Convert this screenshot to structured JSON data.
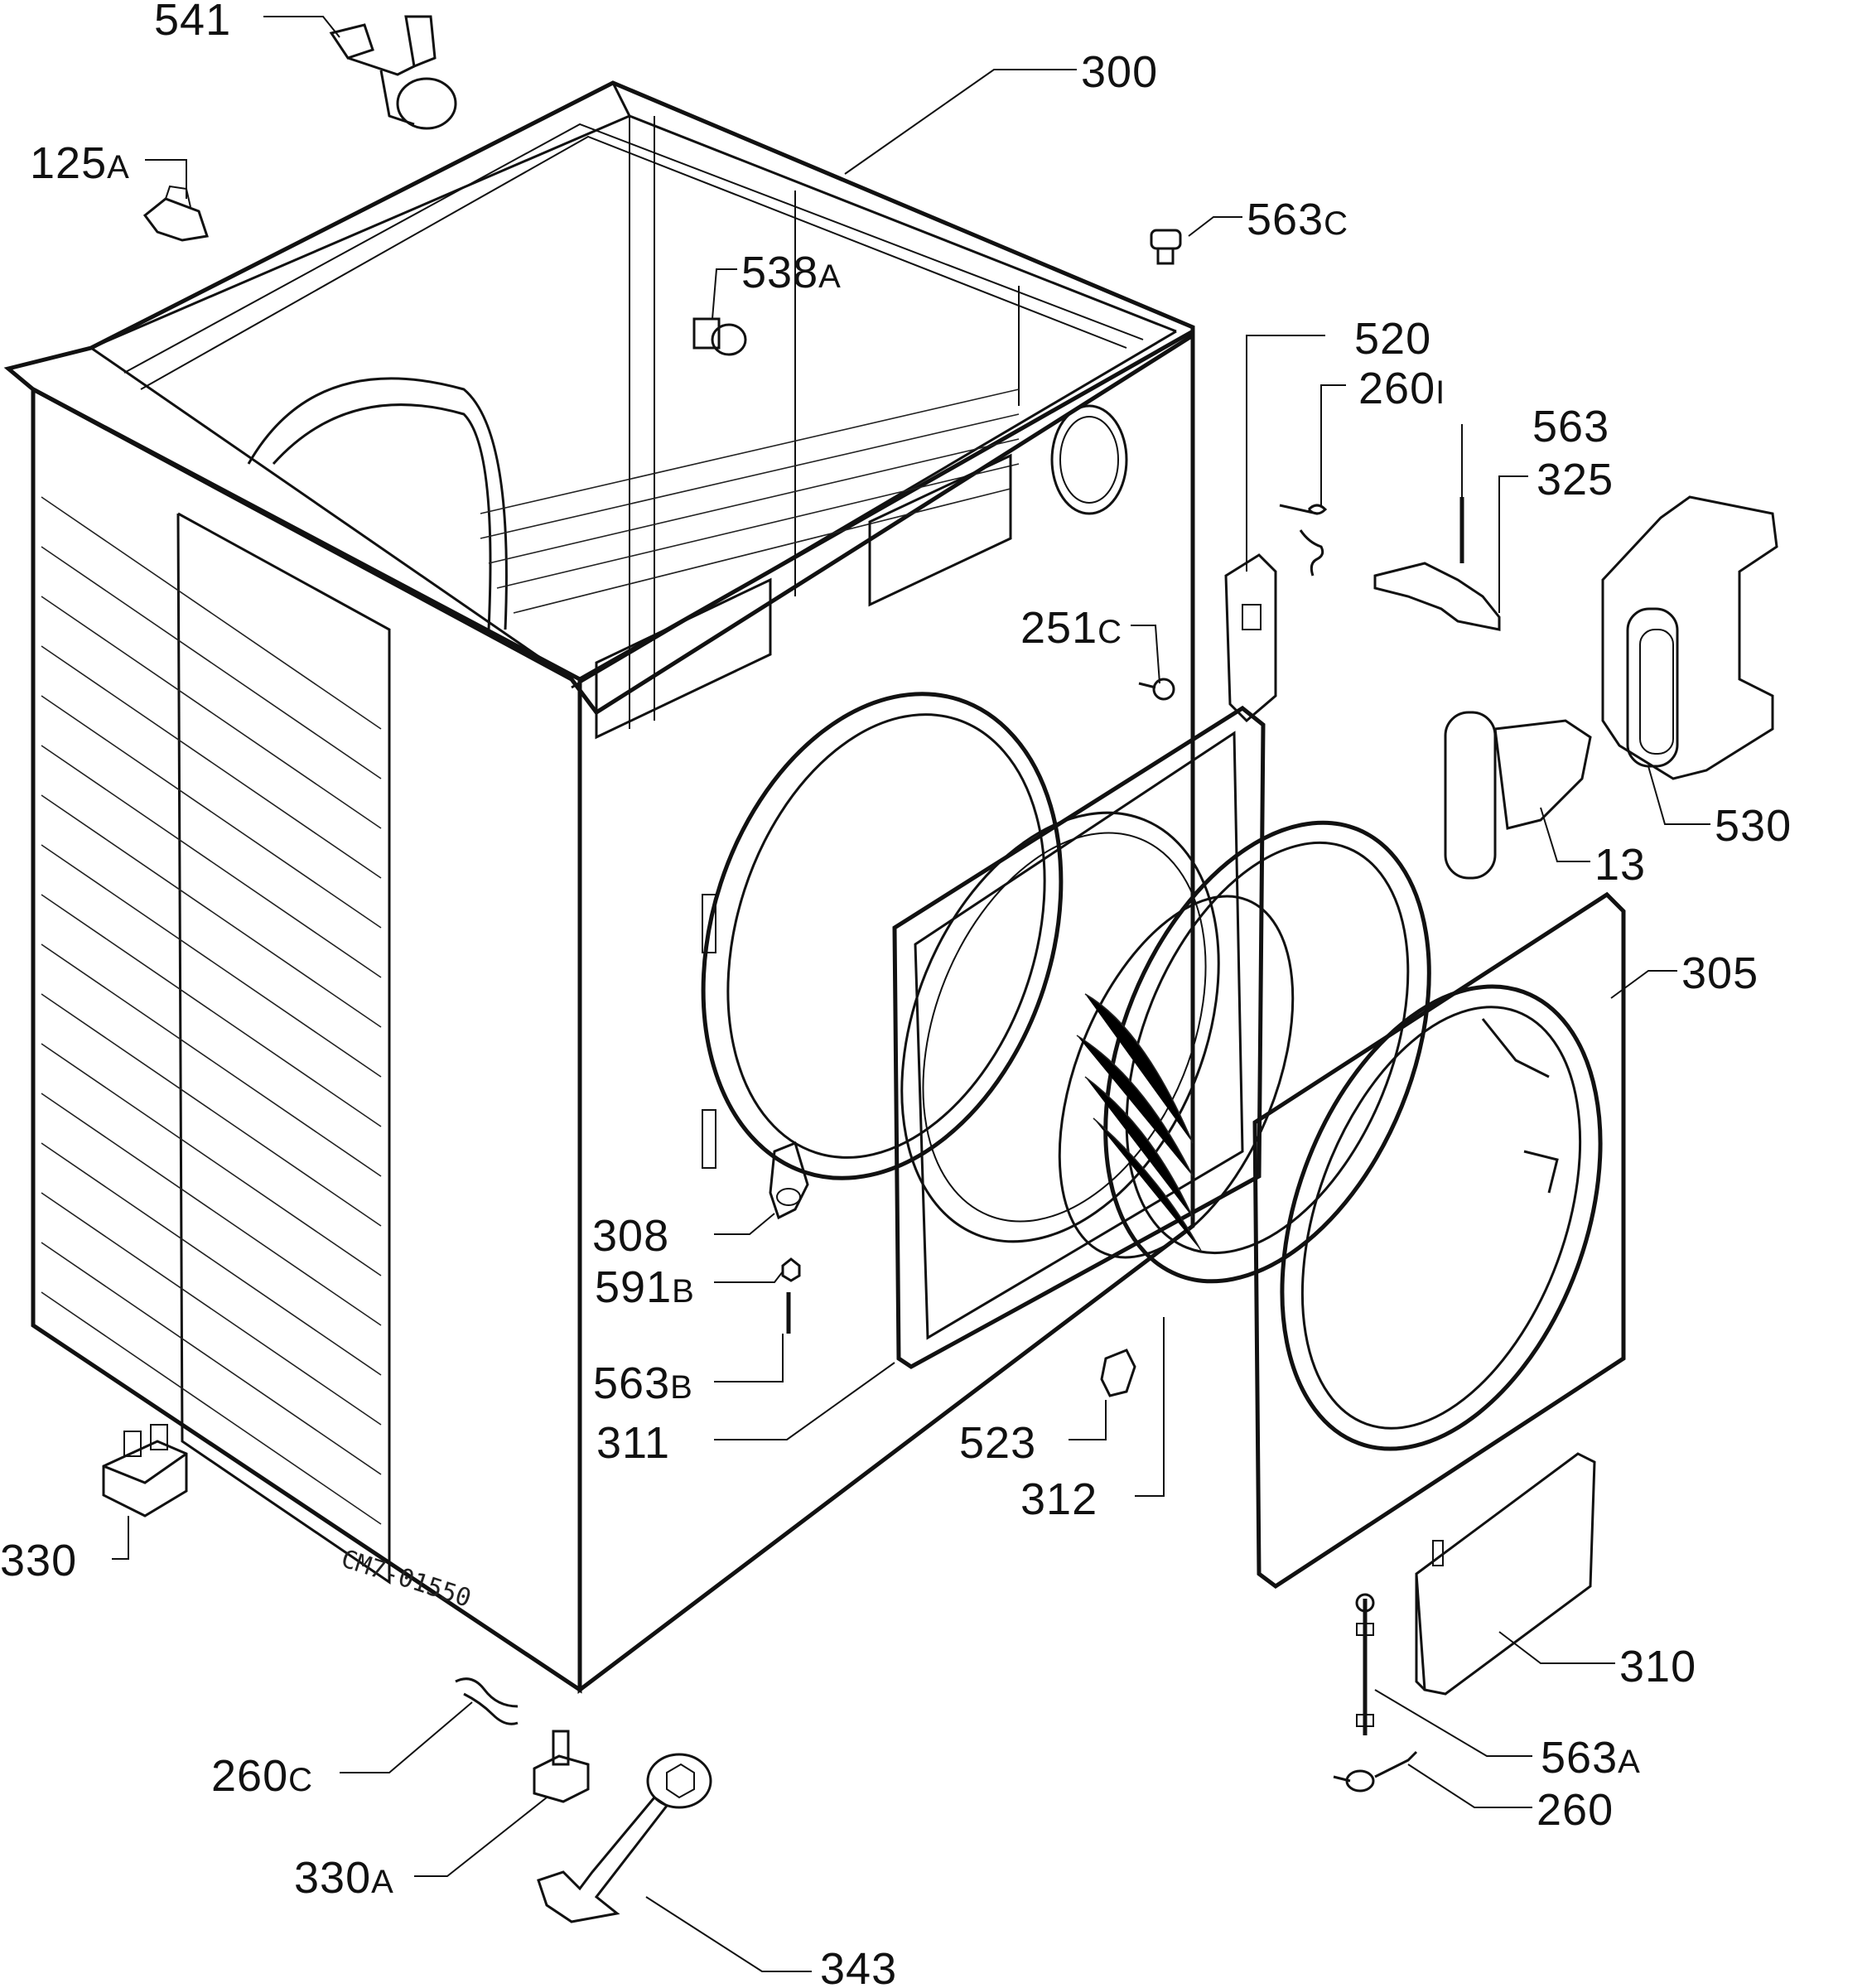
{
  "drawing_code": "CM7-01550",
  "parts": [
    {
      "id": "p541",
      "main": "541",
      "suffix": ""
    },
    {
      "id": "p300",
      "main": "300",
      "suffix": ""
    },
    {
      "id": "p125a",
      "main": "125",
      "suffix": "A"
    },
    {
      "id": "p563c",
      "main": "563",
      "suffix": "C"
    },
    {
      "id": "p538a",
      "main": "538",
      "suffix": "A"
    },
    {
      "id": "p520",
      "main": "520",
      "suffix": ""
    },
    {
      "id": "p260i",
      "main": "260",
      "suffix": "I"
    },
    {
      "id": "p563",
      "main": "563",
      "suffix": ""
    },
    {
      "id": "p325",
      "main": "325",
      "suffix": ""
    },
    {
      "id": "p251c",
      "main": "251",
      "suffix": "C"
    },
    {
      "id": "p530",
      "main": "530",
      "suffix": ""
    },
    {
      "id": "p13",
      "main": "13",
      "suffix": ""
    },
    {
      "id": "p305",
      "main": "305",
      "suffix": ""
    },
    {
      "id": "p308",
      "main": "308",
      "suffix": ""
    },
    {
      "id": "p591b",
      "main": "591",
      "suffix": "B"
    },
    {
      "id": "p563b",
      "main": "563",
      "suffix": "B"
    },
    {
      "id": "p311",
      "main": "311",
      "suffix": ""
    },
    {
      "id": "p523",
      "main": "523",
      "suffix": ""
    },
    {
      "id": "p312",
      "main": "312",
      "suffix": ""
    },
    {
      "id": "p330",
      "main": "330",
      "suffix": ""
    },
    {
      "id": "p310",
      "main": "310",
      "suffix": ""
    },
    {
      "id": "p563a",
      "main": "563",
      "suffix": "A"
    },
    {
      "id": "p260",
      "main": "260",
      "suffix": ""
    },
    {
      "id": "p260c",
      "main": "260",
      "suffix": "C"
    },
    {
      "id": "p330a",
      "main": "330",
      "suffix": "A"
    },
    {
      "id": "p343",
      "main": "343",
      "suffix": ""
    }
  ]
}
